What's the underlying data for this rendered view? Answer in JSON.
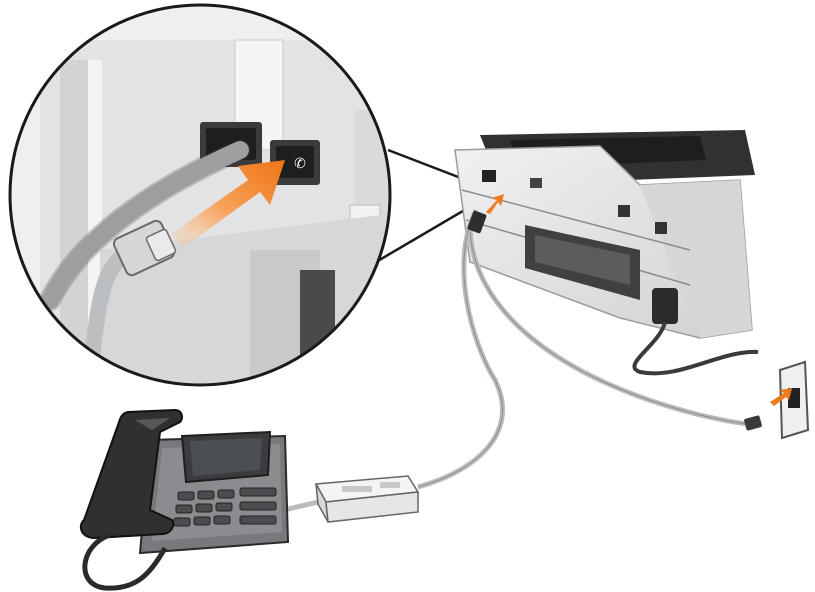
{
  "diagram": {
    "components": [
      {
        "id": "printer",
        "icon": "multifunction-printer-icon"
      },
      {
        "id": "wall-jack",
        "icon": "wall-phone-jack-icon"
      },
      {
        "id": "telephone",
        "icon": "desk-telephone-icon"
      },
      {
        "id": "dsl-filter",
        "icon": "dsl-filter-icon"
      },
      {
        "id": "magnified-view",
        "icon": "magnifier-callout"
      },
      {
        "id": "insert-arrow",
        "icon": "arrow-icon"
      }
    ],
    "colors": {
      "cord": "#b9bcbe",
      "cord_dark": "#2f2f2f",
      "arrow": "#f07a1a",
      "printer_body": "#e3e4e6",
      "printer_dark": "#3c3e40",
      "phone_body": "#4d4f52",
      "phone_screen": "#3a3c3f"
    }
  }
}
